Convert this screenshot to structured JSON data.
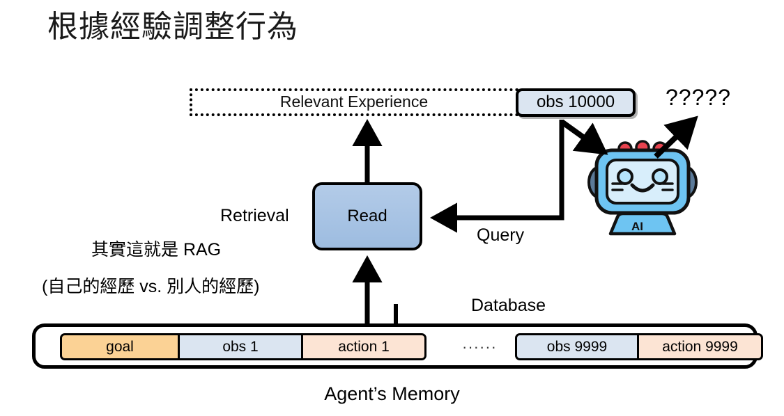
{
  "title": "根據經驗調整行為",
  "diagram": {
    "relevant_experience": {
      "label": "Relevant Experience",
      "icon": "dotted-box"
    },
    "current_observation": {
      "label": "obs 10000",
      "color": "#dbe5f1"
    },
    "unknown_output": {
      "label": "?????"
    },
    "retrieval": {
      "label": "Retrieval"
    },
    "read_node": {
      "label": "Read",
      "color": "#a8c4e5"
    },
    "query_edge": {
      "label": "Query"
    },
    "database_label": "Database",
    "agent_label": "AI",
    "memory_caption": "Agent’s Memory"
  },
  "notes": {
    "rag": "其實這就是 RAG",
    "compare": "(自己的經歷 vs. 別人的經歷)"
  },
  "memory": {
    "left_cells": [
      {
        "label": "goal",
        "color": "#fbd295",
        "width": 172
      },
      {
        "label": "obs 1",
        "color": "#dbe5f1",
        "width": 180
      },
      {
        "label": "action 1",
        "color": "#fce4d4",
        "width": 180
      }
    ],
    "ellipsis": "······",
    "right_cells": [
      {
        "label": "obs 9999",
        "color": "#dbe5f1",
        "width": 178
      },
      {
        "label": "action 9999",
        "color": "#fce4d4",
        "width": 181
      }
    ]
  },
  "colors": {
    "goal": "#fbd295",
    "obs": "#dbe5f1",
    "action": "#fce4d4",
    "read_box": "#a8c4e5",
    "robot_body": "#6ec4f2",
    "robot_screen": "#d8eefb",
    "robot_ear": "#5b7a99",
    "robot_antenna": "#e8434f",
    "stroke": "#000000",
    "background": "#ffffff"
  }
}
